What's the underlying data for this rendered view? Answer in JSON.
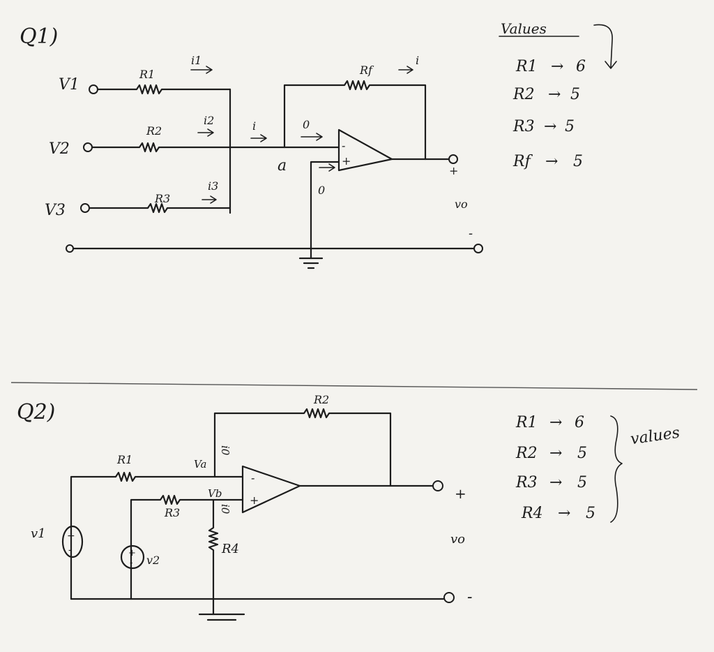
{
  "q1": {
    "title": "Q1)",
    "inputs": [
      "V1",
      "V2",
      "V3"
    ],
    "resistors": [
      "R1",
      "R2",
      "R3"
    ],
    "feedback_resistor": "Rf",
    "currents": [
      "i1",
      "i2",
      "i3"
    ],
    "sum_current": "i",
    "feedback_current": "i",
    "opamp_current_inv": "0",
    "opamp_current_noninv": "0",
    "node_label": "a",
    "opamp_minus": "-",
    "opamp_plus": "+",
    "output_label": "vo",
    "output_plus": "+",
    "output_minus": "-",
    "values_title": "Values",
    "values": [
      {
        "name": "R1",
        "value": "6"
      },
      {
        "name": "R2",
        "value": "5"
      },
      {
        "name": "R3",
        "value": "5"
      },
      {
        "name": "Rf",
        "value": "5"
      }
    ]
  },
  "q2": {
    "title": "Q2)",
    "resistors": [
      "R1",
      "R2",
      "R3",
      "R4"
    ],
    "sources": [
      "v1",
      "v2"
    ],
    "node_a": "Va",
    "node_b": "Vb",
    "current_inv": "i0",
    "current_noninv": "i0",
    "opamp_minus": "-",
    "opamp_plus": "+",
    "output_label": "vo",
    "output_plus": "+",
    "output_minus": "-",
    "values_title": "values",
    "values": [
      {
        "name": "R1",
        "value": "6"
      },
      {
        "name": "R2",
        "value": "5"
      },
      {
        "name": "R3",
        "value": "5"
      },
      {
        "name": "R4",
        "value": "5"
      }
    ]
  }
}
